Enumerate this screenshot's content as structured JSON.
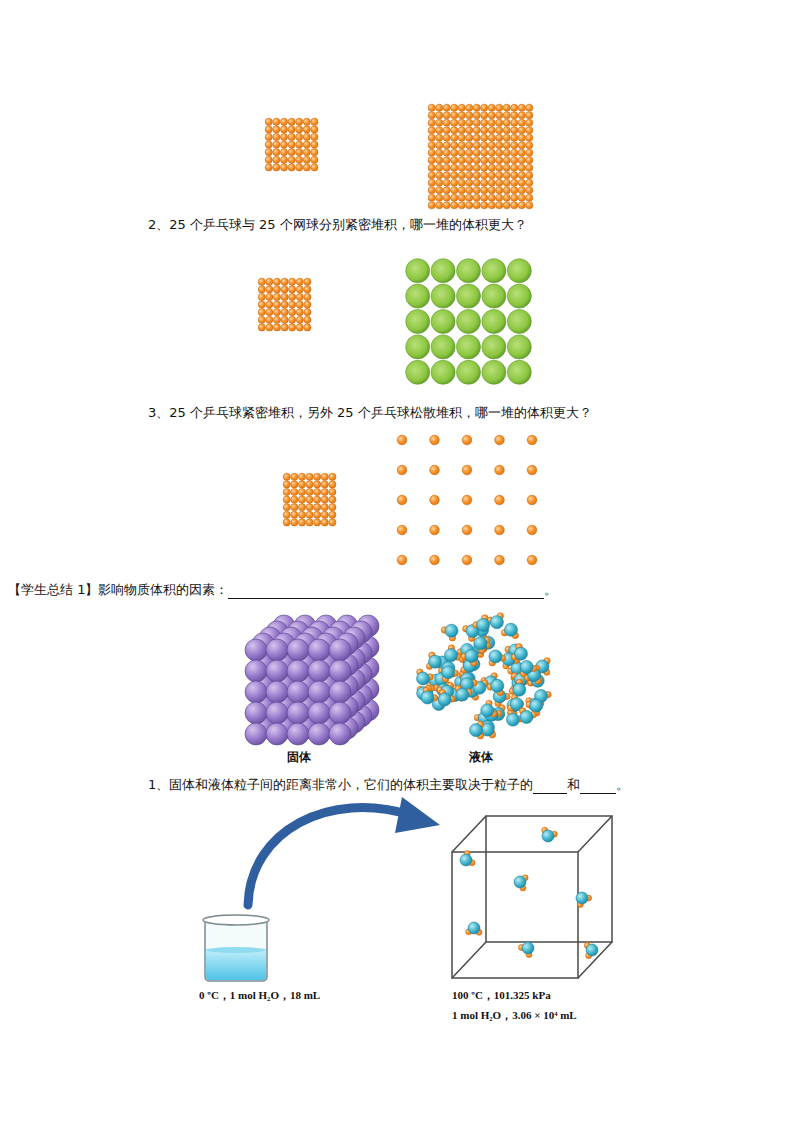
{
  "diagram": {
    "labels": [
      "2、25 个乒乓球与 25 个网球分别紧密堆积，哪一堆的体积更大？",
      "3、25 个乒乓球紧密堆积，另外 25 个乒乓球松散堆积，哪一堆的体积更大？",
      "【学生总结 1】影响物质体积的因素：",
      "。",
      "固体",
      "液体",
      "1、固体和液体粒子间的距离非常小，它们的体积主要取决于粒子的",
      "和",
      "。",
      "0 ºC，1 mol H₂O，18 mL",
      "100 ºC，101.325 kPa",
      "1 mol H₂O，3.06 × 10⁴ mL"
    ]
  }
}
